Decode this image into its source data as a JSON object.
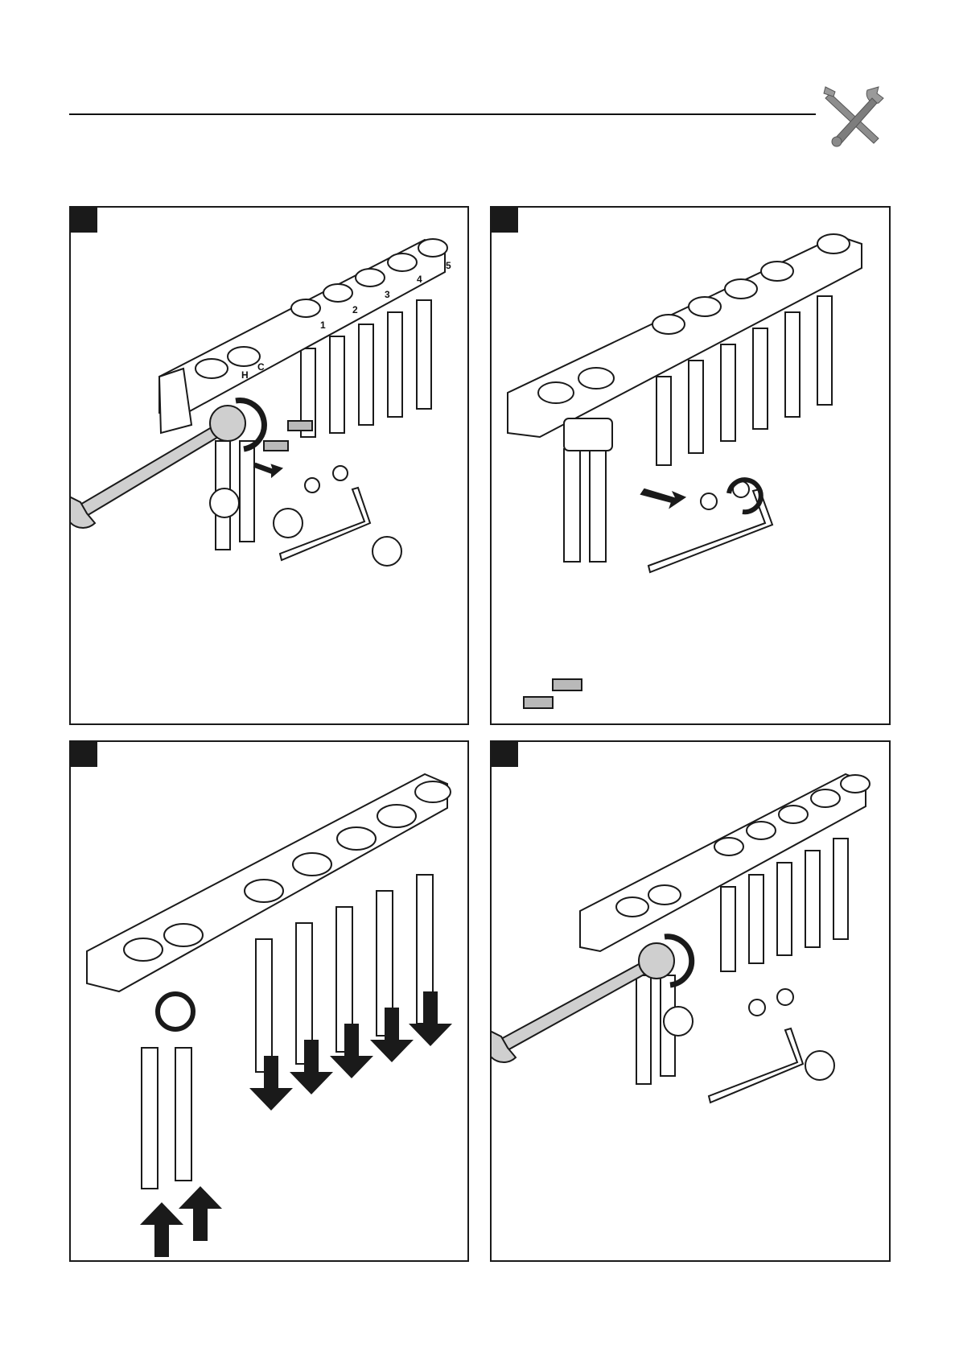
{
  "icons": {
    "header": "wrench-screwdriver-icon",
    "tools": [
      "open-end-wrench-icon",
      "hex-key-icon"
    ],
    "flow": [
      "flow-down-arrow-icon",
      "flow-up-arrow-icon",
      "water-wave-icon"
    ]
  },
  "manifold": {
    "valve_labels": [
      "H",
      "C"
    ],
    "outlet_numbers": [
      "1",
      "2",
      "3",
      "4",
      "5"
    ]
  },
  "colors": {
    "line": "#1a1a1a",
    "fill": "#ffffff",
    "accent_gray": "#b9b9b9"
  },
  "steps": [
    {
      "id": "step-1",
      "actions": 3
    },
    {
      "id": "step-2",
      "actions": 0
    },
    {
      "id": "step-3",
      "actions": 0
    },
    {
      "id": "step-4",
      "actions": 2
    }
  ]
}
